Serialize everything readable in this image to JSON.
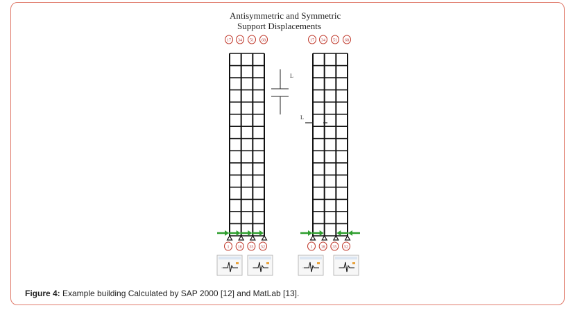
{
  "figure": {
    "title_line1": "Antisymmetric and Symmetric",
    "title_line2": "Support Displacements",
    "top_node_labels": [
      "17",
      "34",
      "51",
      "68"
    ],
    "bottom_node_labels": [
      "1",
      "18",
      "35",
      "52"
    ],
    "dimension_label": "L",
    "stories": 15,
    "bays": 3,
    "colors": {
      "frame_lines": "#111111",
      "node_circle": "#c0392b",
      "arrows": "#2e9e2e",
      "border": "#e07a6a"
    }
  },
  "caption": {
    "prefix": "Figure 4:",
    "text": " Example building Calculated by SAP 2000 [12] and MatLab [13]."
  }
}
